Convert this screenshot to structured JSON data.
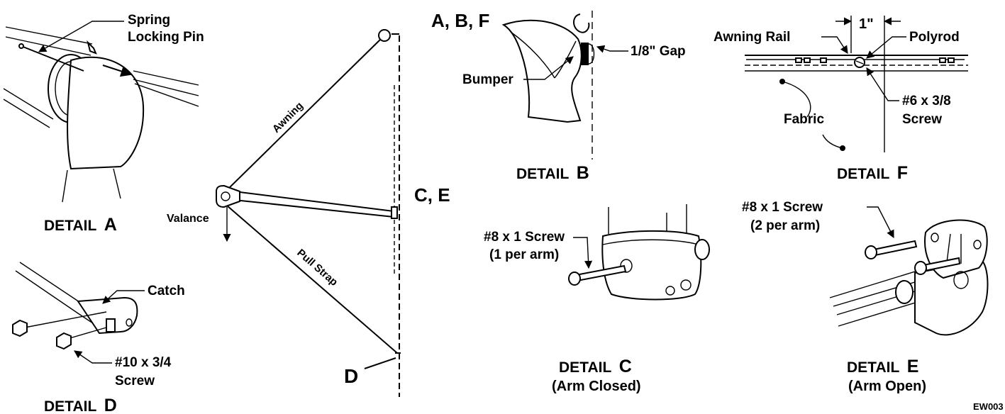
{
  "main_diagram": {
    "point_abf": "A, B, F",
    "point_ce": "C, E",
    "point_d": "D",
    "awning_label": "Awning",
    "pull_strap_label": "Pull Strap",
    "valance_label": "Valance"
  },
  "detail_a": {
    "callout_line1": "Spring",
    "callout_line2": "Locking Pin",
    "title_word": "DETAIL",
    "title_letter": "A"
  },
  "detail_b": {
    "gap_label": "1/8\" Gap",
    "bumper_label": "Bumper",
    "title_word": "DETAIL",
    "title_letter": "B"
  },
  "detail_c": {
    "screw_line1": "#8 x 1 Screw",
    "screw_line2": "(1 per arm)",
    "title_word": "DETAIL",
    "title_letter": "C",
    "subtitle": "(Arm Closed)"
  },
  "detail_d": {
    "catch_label": "Catch",
    "screw_line1": "#10 x 3/4",
    "screw_line2": "Screw",
    "title_word": "DETAIL",
    "title_letter": "D"
  },
  "detail_e": {
    "screw_line1": "#8 x 1 Screw",
    "screw_line2": "(2 per arm)",
    "title_word": "DETAIL",
    "title_letter": "E",
    "subtitle": "(Arm Open)"
  },
  "detail_f": {
    "dimension": "1\"",
    "rail_label": "Awning Rail",
    "polyrod_label": "Polyrod",
    "screw_line1": "#6 x 3/8",
    "screw_line2": "Screw",
    "fabric_label": "Fabric",
    "title_word": "DETAIL",
    "title_letter": "F"
  },
  "figure_code": "EW003"
}
